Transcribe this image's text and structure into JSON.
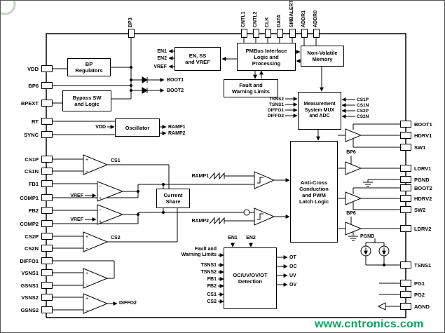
{
  "figure": {
    "watermark_text": "www.cntronics.com",
    "watermark_color": "#00a65a",
    "line_color": "#000000",
    "background": "#ffffff"
  },
  "pins": {
    "top": [
      "BP3",
      "CNTL1",
      "CNTL2",
      "CLK",
      "DATA",
      "SMBALERT",
      "ADDR1",
      "ADDR0"
    ],
    "left": [
      "VDD",
      "BP6",
      "BPEXT",
      "RT",
      "SYNC",
      "CS1P",
      "CS1N",
      "FB1",
      "COMP1",
      "FB2",
      "COMP2",
      "CS2P",
      "CS2N",
      "DIFFO1",
      "VSNS1",
      "GSNS1",
      "VSNS2",
      "GSNS2"
    ],
    "right": [
      "BOOT1",
      "HDRV1",
      "SW1",
      "LDRV1",
      "PGND",
      "BOOT2",
      "HDRV2",
      "SW2",
      "LDRV2",
      "TSNS1",
      "PG1",
      "PG2",
      "AGND"
    ]
  },
  "blocks": {
    "bp_regulators": "BP Regulators",
    "bypass_sw": "Bypass SW and Logic",
    "oscillator": "Oscillator",
    "en_ss_vref": "EN, SS and VREF",
    "pmbus": "PMBus Interface Logic and Processing",
    "nvm": "Non-Volatile Memory",
    "fault_limits": "Fault and Warning Limits",
    "measurement": "Measurement System MUX and ADC",
    "anti_cross": "Anti-Cross Conduction and PWM Latch Logic",
    "current_share": "Current Share",
    "oc_detect": "OC/UV/OV/OT Detection"
  },
  "signals": {
    "en1": "EN1",
    "en2": "EN2",
    "vref": "VREF",
    "boot1": "BOOT1",
    "boot2": "BOOT2",
    "vdd_osc": "VDD",
    "ramp1": "RAMP1",
    "ramp2": "RAMP2",
    "mux_left": [
      "TSNS2",
      "TSNS1",
      "DIFFO1",
      "DIFFO2"
    ],
    "mux_right": [
      "CS1P",
      "CS1N",
      "CS2P",
      "CS2N"
    ],
    "vref_ea1": "VREF",
    "vref_ea2": "VREF",
    "cs1": "CS1",
    "cs2": "CS2",
    "diffo2": "DIFFO2",
    "ramp1_pwm": "RAMP1",
    "ramp2_pwm": "RAMP2",
    "bp6_a": "BP6",
    "bp6_b": "BP6",
    "pgnd_b": "PGND",
    "det_en1": "EN1",
    "det_en2": "EN2",
    "det_inputs": [
      "Fault and Warning Limits",
      "TSNS1",
      "TSNS2",
      "FB1",
      "FB2",
      "CS1",
      "CS2"
    ],
    "det_outputs": [
      "OT",
      "OC",
      "UV",
      "OV"
    ]
  },
  "sym": {
    "plus": "+",
    "minus": "−"
  }
}
